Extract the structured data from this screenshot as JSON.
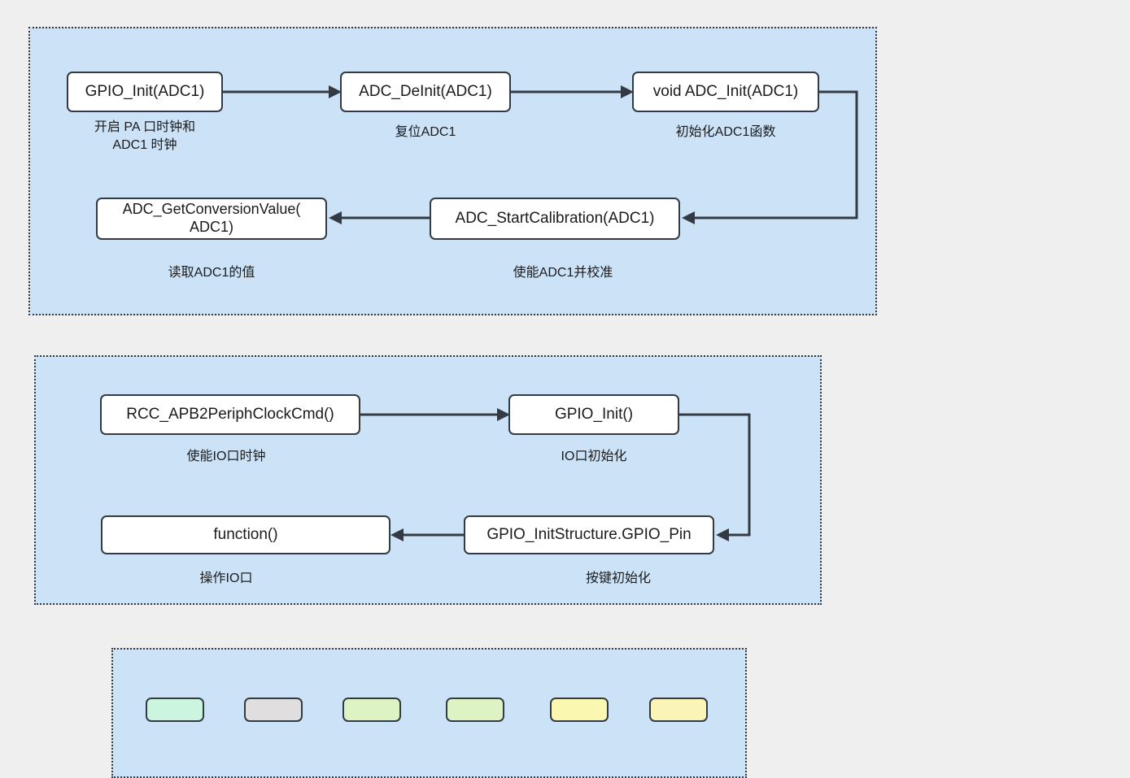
{
  "page": {
    "background_color": "#efeff0",
    "group_fill_color": "#cce3f7",
    "group_border_color": "#333a44",
    "node_fill_color": "#ffffff",
    "node_border_color": "#333a44",
    "text_color": "#1b1b1d"
  },
  "groups": [
    {
      "id": "adc",
      "name": "adc-init-flow-group",
      "nodes": [
        {
          "label": "GPIO_Init(ADC1)",
          "caption": "开启 PA 口时钟和\nADC1 时钟"
        },
        {
          "label": "ADC_DeInit(ADC1)",
          "caption": "复位ADC1"
        },
        {
          "label": "void ADC_Init(ADC1)",
          "caption": "初始化ADC1函数"
        },
        {
          "label": "ADC_GetConversionValue(\nADC1)",
          "caption": "读取ADC1的值"
        },
        {
          "label": "ADC_StartCalibration(ADC1)",
          "caption": "使能ADC1并校准"
        }
      ]
    },
    {
      "id": "gpio",
      "name": "gpio-init-flow-group",
      "nodes": [
        {
          "label": "RCC_APB2PeriphClockCmd()",
          "caption": "使能IO口时钟"
        },
        {
          "label": "GPIO_Init()",
          "caption": "IO口初始化"
        },
        {
          "label": "function()",
          "caption": "操作IO口"
        },
        {
          "label": "GPIO_InitStructure.GPIO_Pin",
          "caption": "按键初始化"
        }
      ]
    },
    {
      "id": "third",
      "name": "color-swatch-group",
      "swatches": [
        {
          "color": "#ccf5df"
        },
        {
          "color": "#e0dede"
        },
        {
          "color": "#ddf3c4"
        },
        {
          "color": "#ddf3c4"
        },
        {
          "color": "#faf8b0"
        },
        {
          "color": "#faf4b6"
        }
      ]
    }
  ]
}
